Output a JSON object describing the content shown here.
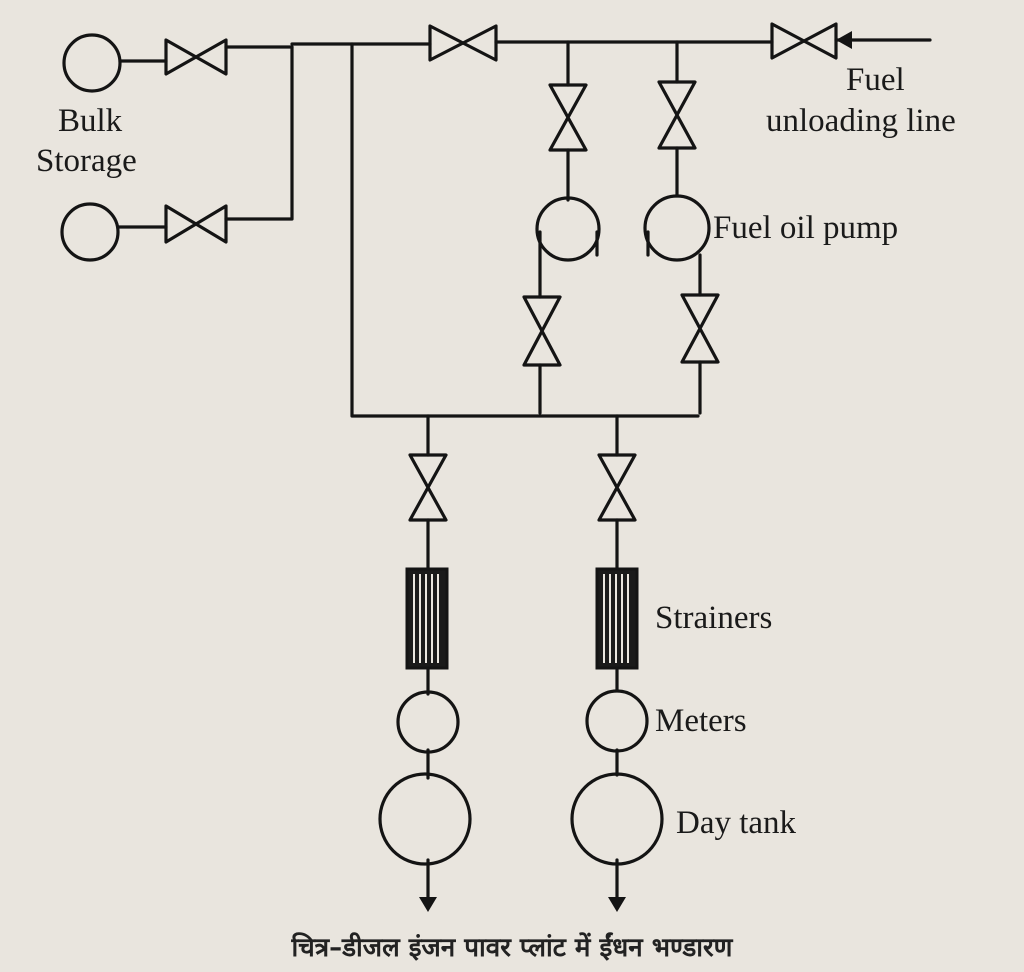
{
  "labels": {
    "bulk_storage_line1": "Bulk",
    "bulk_storage_line2": "Storage",
    "fuel_line1": "Fuel",
    "fuel_line2": "unloading line",
    "fuel_oil_pump": "Fuel oil pump",
    "strainers": "Strainers",
    "meters": "Meters",
    "day_tank": "Day tank"
  },
  "caption": "चित्र–डीजल इंजन पावर प्लांट में ईंधन भण्डारण",
  "colors": {
    "line": "#141414",
    "paper": "#e9e5de",
    "strainer_fill": "#1a1a1a"
  }
}
